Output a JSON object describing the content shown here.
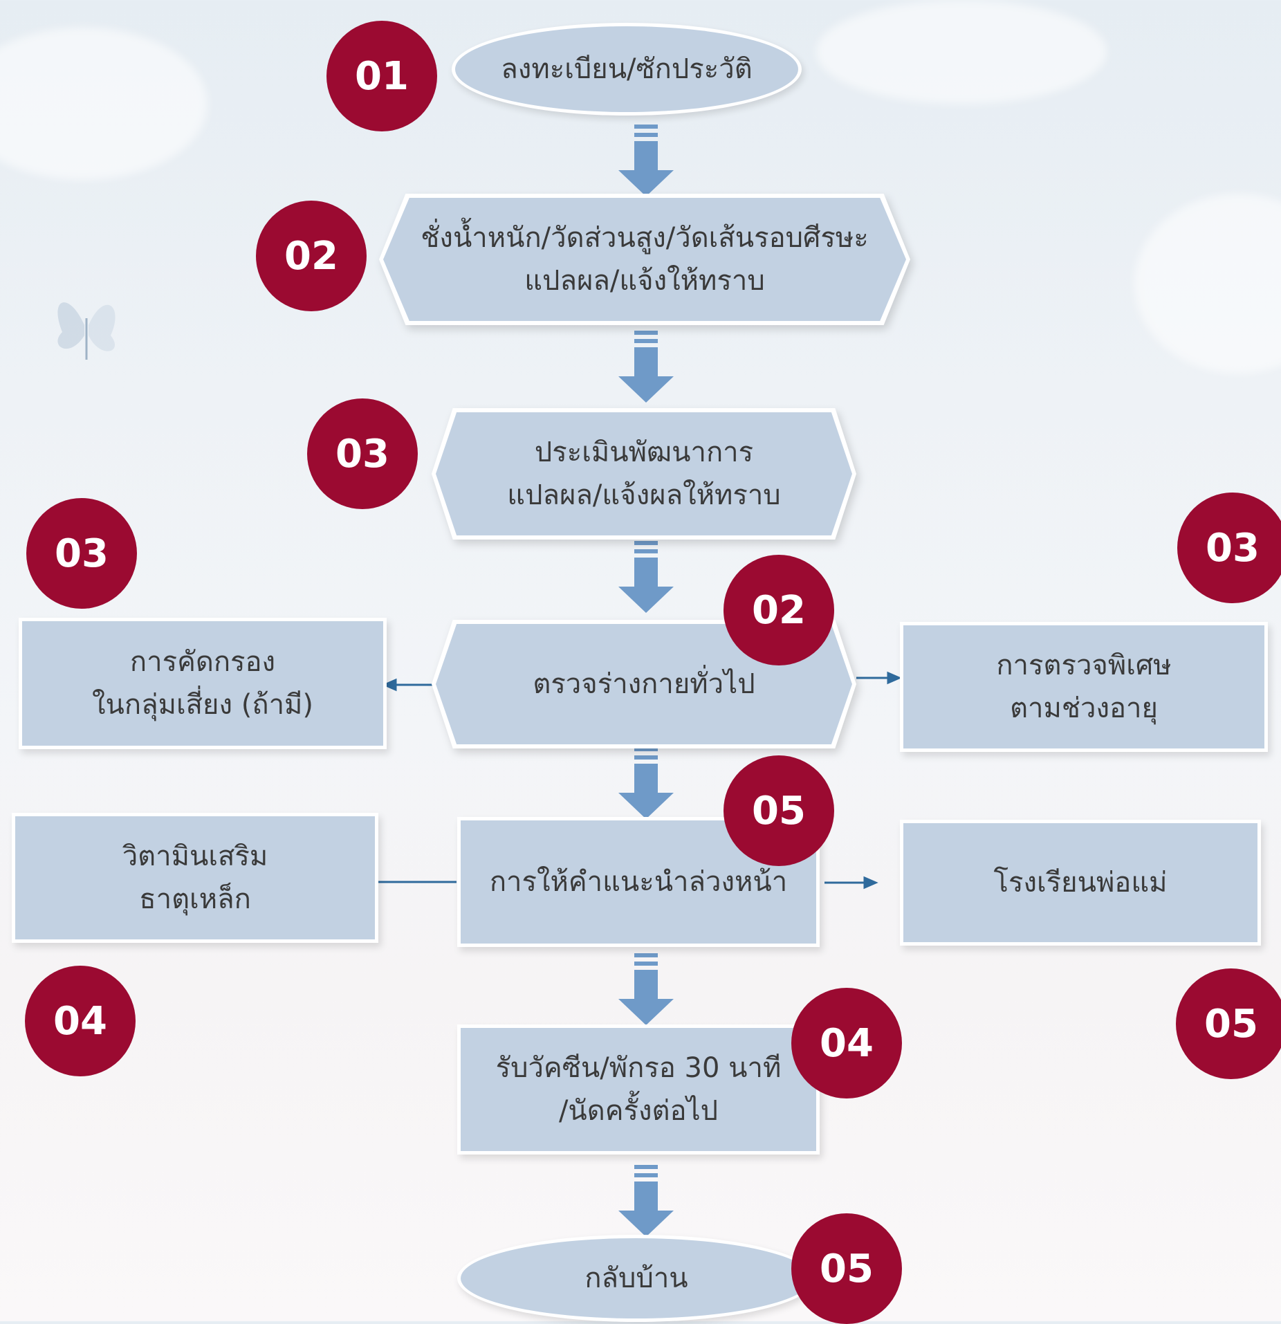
{
  "nodes": {
    "register": "ลงทะเบียน/ซักประวัติ",
    "weigh_line1": "ชั่งน้ำหนัก/วัดส่วนสูง/วัดเส้นรอบศีรษะ",
    "weigh_line2": "แปลผล/แจ้งให้ทราบ",
    "develop_line1": "ประเมินพัฒนาการ",
    "develop_line2": "แปลผล/แจ้งผลให้ทราบ",
    "exam": "ตรวจร่างกายทั่วไป",
    "screen_line1": "การคัดกรอง",
    "screen_line2": "ในกลุ่มเสี่ยง (ถ้ามี)",
    "special_line1": "การตรวจพิเศษ",
    "special_line2": "ตามช่วงอายุ",
    "advice": "การให้คำแนะนำล่วงหน้า",
    "vitamin_line1": "วิตามินเสริม",
    "vitamin_line2": "ธาตุเหล็ก",
    "parents": "โรงเรียนพ่อแม่",
    "vaccine_line1": "รับวัคซีน/พักรอ 30 นาที",
    "vaccine_line2": "/นัดครั้งต่อไป",
    "home": "กลับบ้าน"
  },
  "badges": {
    "b1": "01",
    "b2": "02",
    "b3": "03",
    "b4": "03",
    "b5": "03",
    "b6": "02",
    "b7": "05",
    "b8": "04",
    "b9": "05",
    "b10": "04",
    "b11": "05"
  },
  "colors": {
    "badge": "#9b0a31",
    "node_fill": "#c2d1e2",
    "arrow": "#6f9ac8",
    "connector": "#2f6a9c"
  }
}
